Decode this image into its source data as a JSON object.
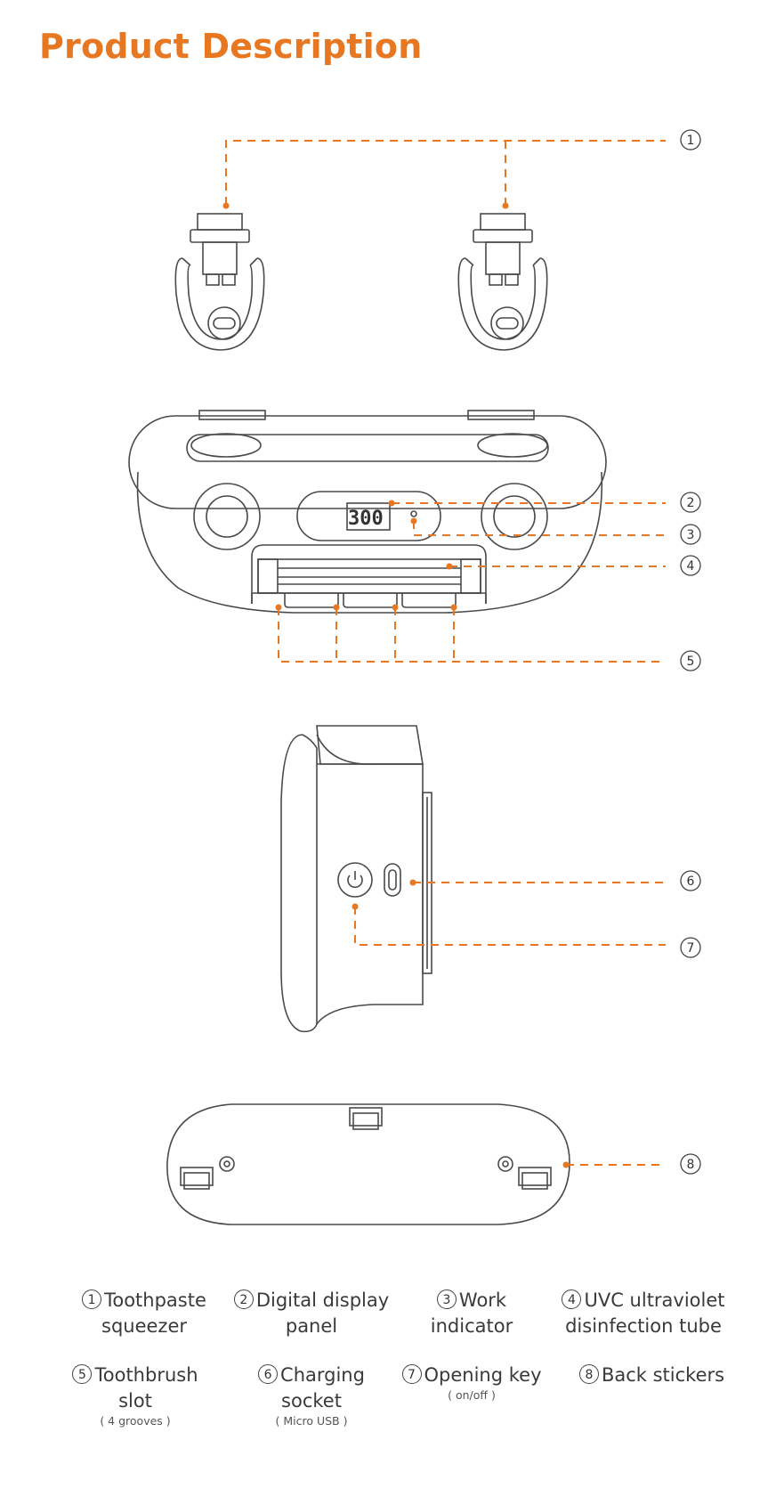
{
  "title": "Product Description",
  "accent_color": "#e87722",
  "display_value": "300",
  "callouts": [
    "1",
    "2",
    "3",
    "4",
    "5",
    "6",
    "7",
    "8"
  ],
  "legend": [
    {
      "num": "1",
      "label": "Toothpaste squeezer",
      "note": ""
    },
    {
      "num": "2",
      "label": "Digital display panel",
      "note": ""
    },
    {
      "num": "3",
      "label": "Work indicator",
      "note": ""
    },
    {
      "num": "4",
      "label": "UVC ultraviolet disinfection tube",
      "note": ""
    },
    {
      "num": "5",
      "label": "Toothbrush slot",
      "note": "( 4 grooves )"
    },
    {
      "num": "6",
      "label": "Charging socket",
      "note": "( Micro USB )"
    },
    {
      "num": "7",
      "label": "Opening key",
      "note": "( on/off )"
    },
    {
      "num": "8",
      "label": "Back stickers",
      "note": ""
    }
  ]
}
